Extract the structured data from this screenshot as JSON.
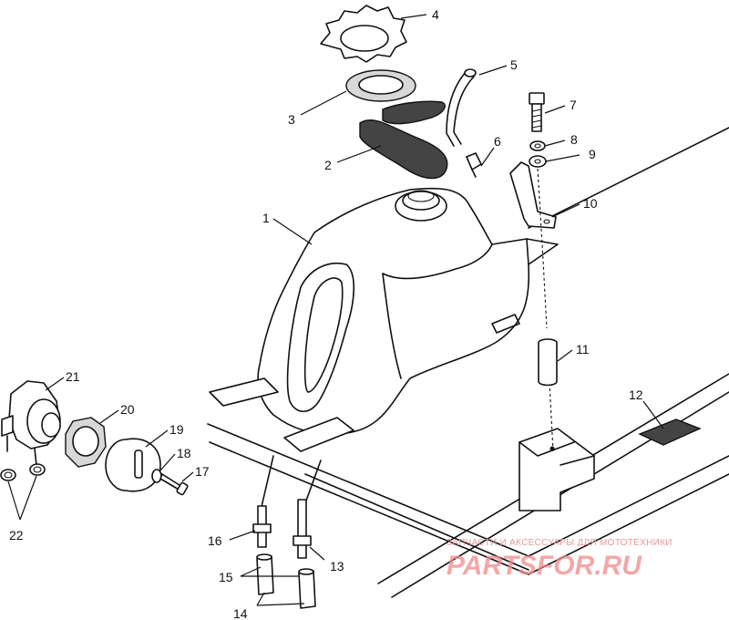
{
  "callouts": [
    {
      "id": "1",
      "label": "1"
    },
    {
      "id": "2",
      "label": "2"
    },
    {
      "id": "3",
      "label": "3"
    },
    {
      "id": "4",
      "label": "4"
    },
    {
      "id": "5",
      "label": "5"
    },
    {
      "id": "6",
      "label": "6"
    },
    {
      "id": "7",
      "label": "7"
    },
    {
      "id": "8",
      "label": "8"
    },
    {
      "id": "9",
      "label": "9"
    },
    {
      "id": "10",
      "label": "10"
    },
    {
      "id": "11",
      "label": "11"
    },
    {
      "id": "12",
      "label": "12"
    },
    {
      "id": "13",
      "label": "13"
    },
    {
      "id": "14",
      "label": "14"
    },
    {
      "id": "15",
      "label": "15"
    },
    {
      "id": "16",
      "label": "16"
    },
    {
      "id": "17",
      "label": "17"
    },
    {
      "id": "18",
      "label": "18"
    },
    {
      "id": "19",
      "label": "19"
    },
    {
      "id": "20",
      "label": "20"
    },
    {
      "id": "21",
      "label": "21"
    },
    {
      "id": "22",
      "label": "22"
    }
  ],
  "watermark": {
    "tagline": "ЗАПЧАСТИ И АКСЕССУАРЫ ДЛЯ МОТОТЕХНИКИ",
    "logo": "PARTSFOR.RU",
    "color": "#ee8c8a"
  }
}
